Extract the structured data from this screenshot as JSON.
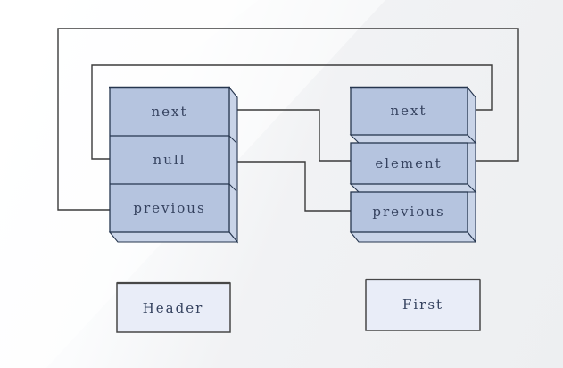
{
  "colors": {
    "cell-fill": "#b5c4df",
    "cell-side": "#c9d4e8",
    "node-border": "#26364f",
    "line": "#3b3b3b",
    "label-fill": "#e9edf8",
    "label-border": "#474747",
    "text": "#35425f"
  },
  "nodes": {
    "header": {
      "cells": [
        "next",
        "null",
        "previous"
      ]
    },
    "first": {
      "cells": [
        "next",
        "element",
        "previous"
      ]
    }
  },
  "labels": {
    "header": "Header",
    "first": "First"
  }
}
